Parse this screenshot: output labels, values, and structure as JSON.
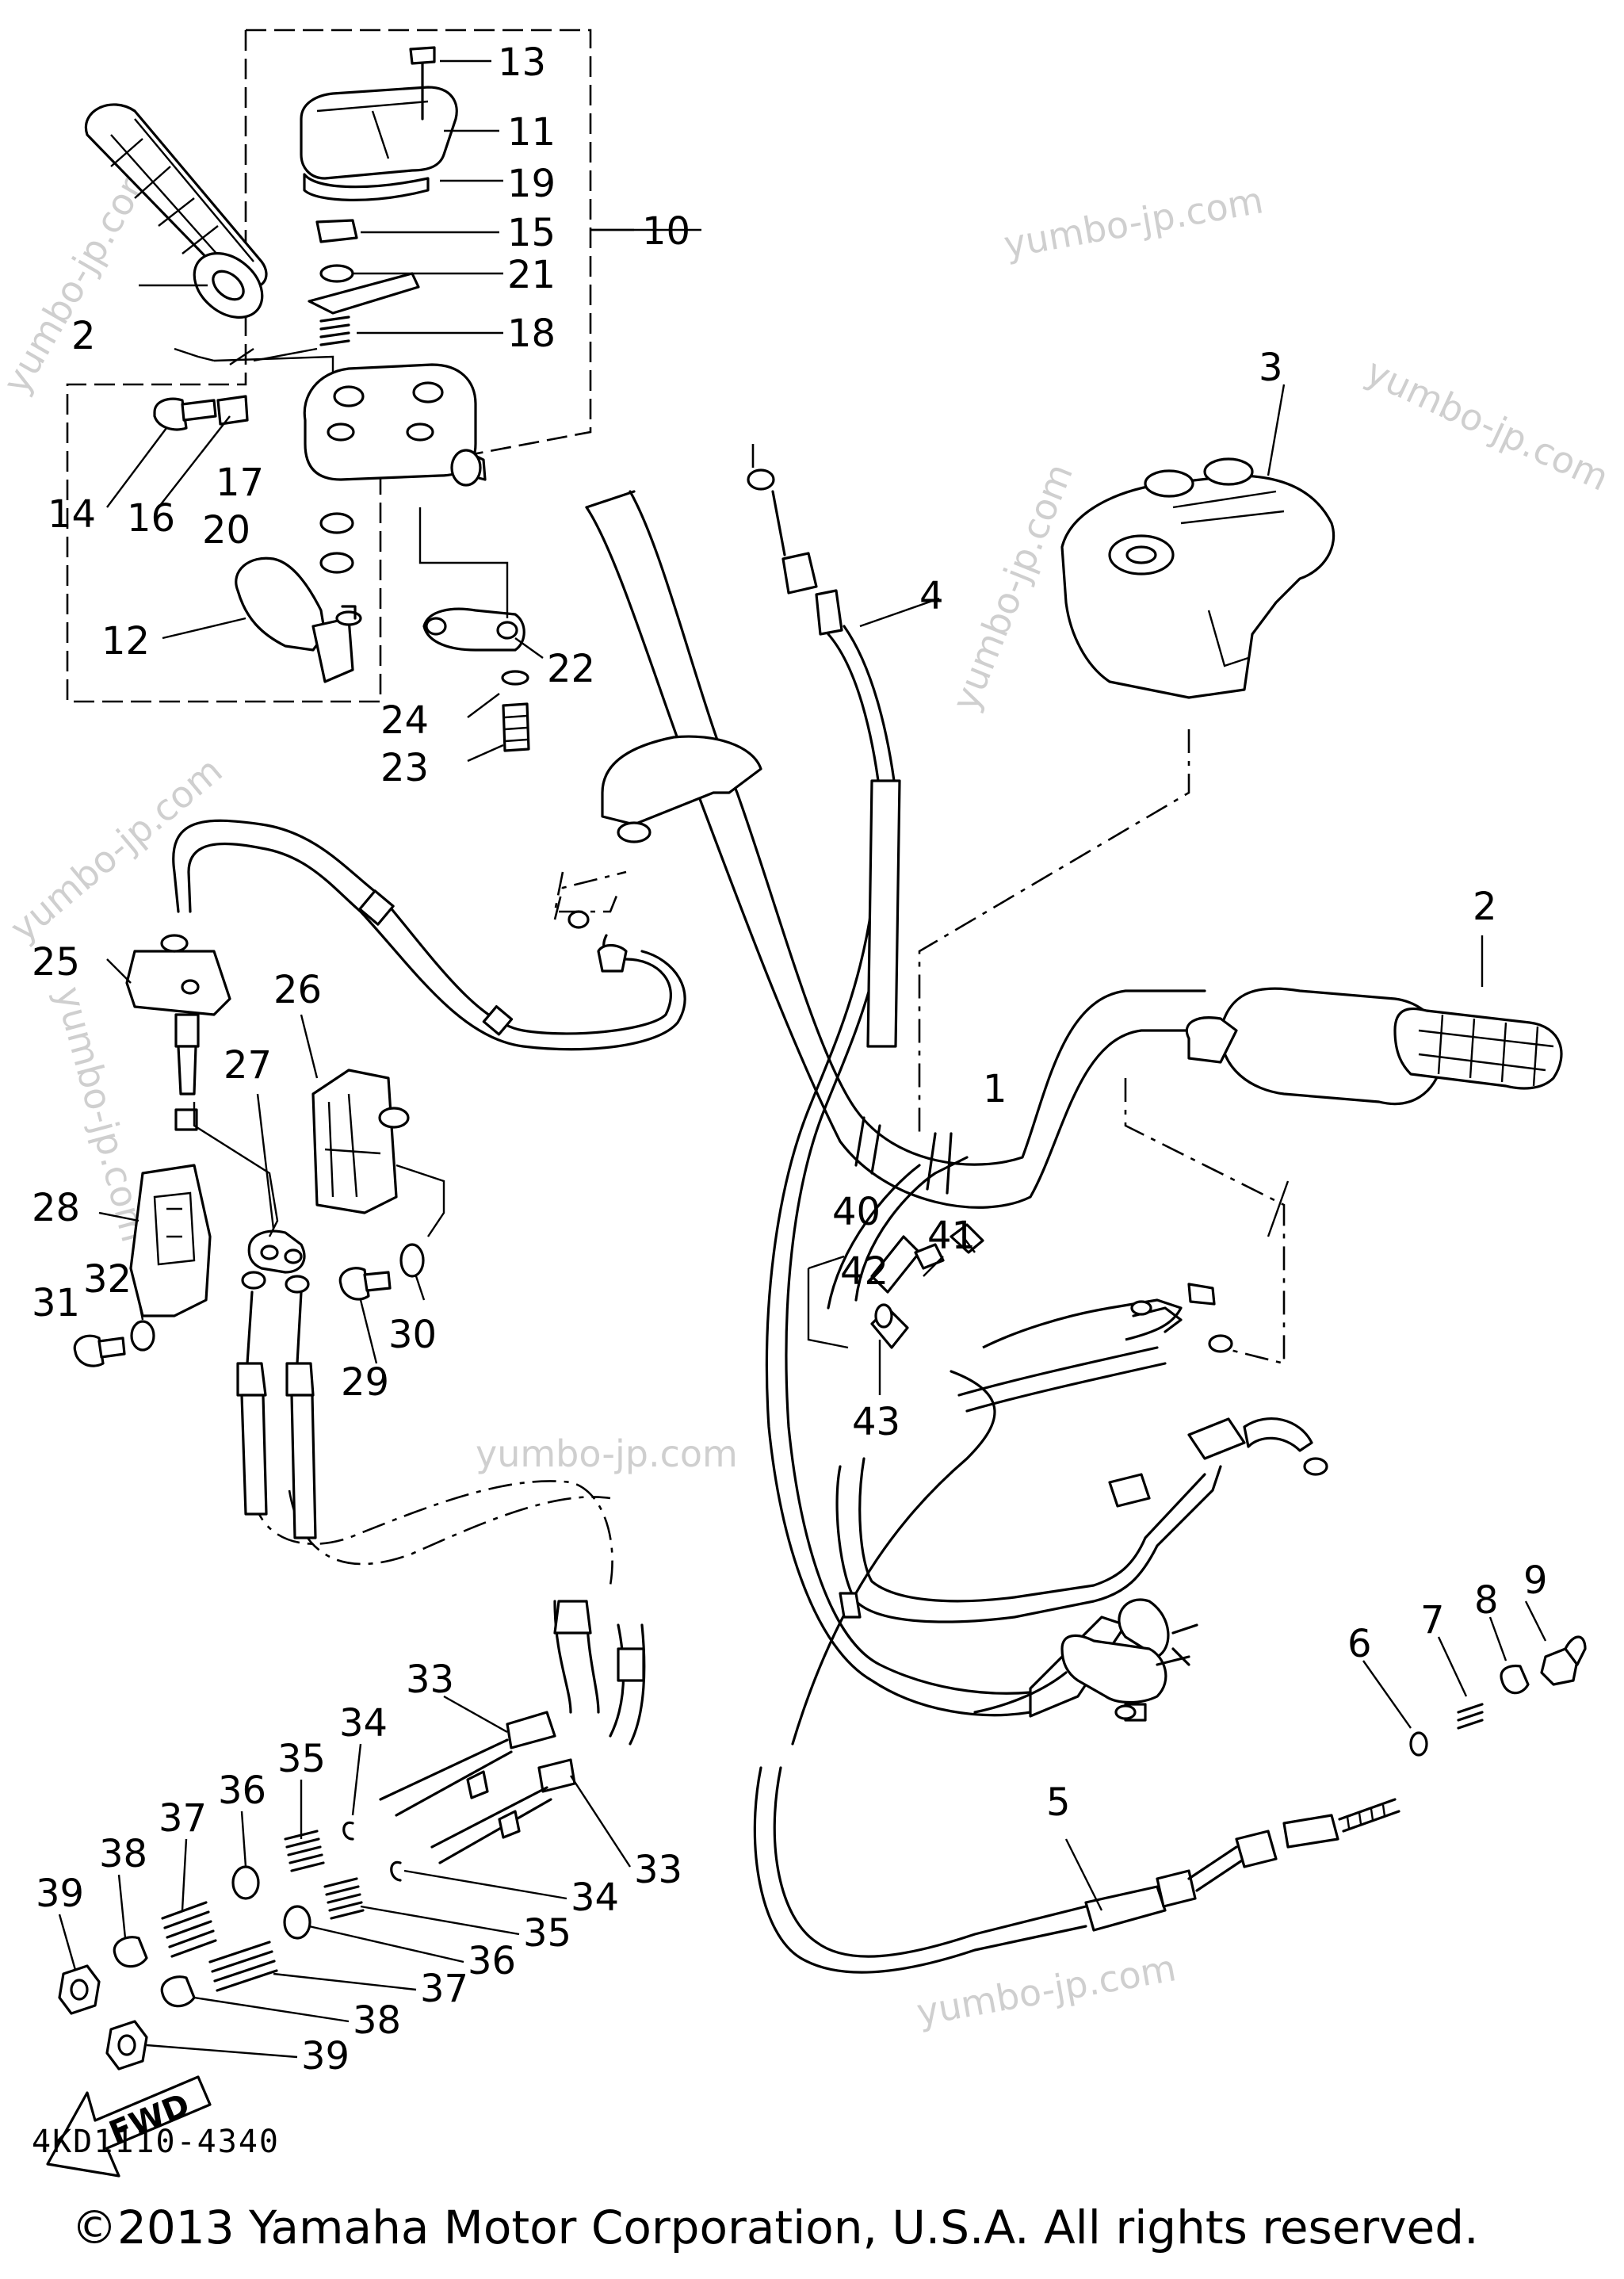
{
  "diagram": {
    "labels": {
      "p1": "1",
      "p2a": "2",
      "p2b": "2",
      "p3": "3",
      "p4": "4",
      "p5": "5",
      "p6": "6",
      "p7": "7",
      "p8": "8",
      "p9": "9",
      "p10": "10",
      "p11": "11",
      "p12": "12",
      "p13": "13",
      "p14": "14",
      "p15": "15",
      "p16": "16",
      "p17": "17",
      "p18": "18",
      "p19": "19",
      "p20": "20",
      "p21": "21",
      "p22": "22",
      "p23": "23",
      "p24": "24",
      "p25": "25",
      "p26": "26",
      "p27": "27",
      "p28": "28",
      "p29": "29",
      "p30": "30",
      "p31": "31",
      "p32": "32",
      "p33a": "33",
      "p33b": "33",
      "p34a": "34",
      "p34b": "34",
      "p35a": "35",
      "p35b": "35",
      "p36a": "36",
      "p36b": "36",
      "p37a": "37",
      "p37b": "37",
      "p38a": "38",
      "p38b": "38",
      "p39a": "39",
      "p39b": "39",
      "p40": "40",
      "p41": "41",
      "p42": "42",
      "p43": "43"
    },
    "fwd_label": "FWD",
    "diagram_code": "4KD1110-4340",
    "watermark": "yumbo-jp.com",
    "copyright": "©2013 Yamaha Motor Corporation, U.S.A. All rights reserved."
  }
}
